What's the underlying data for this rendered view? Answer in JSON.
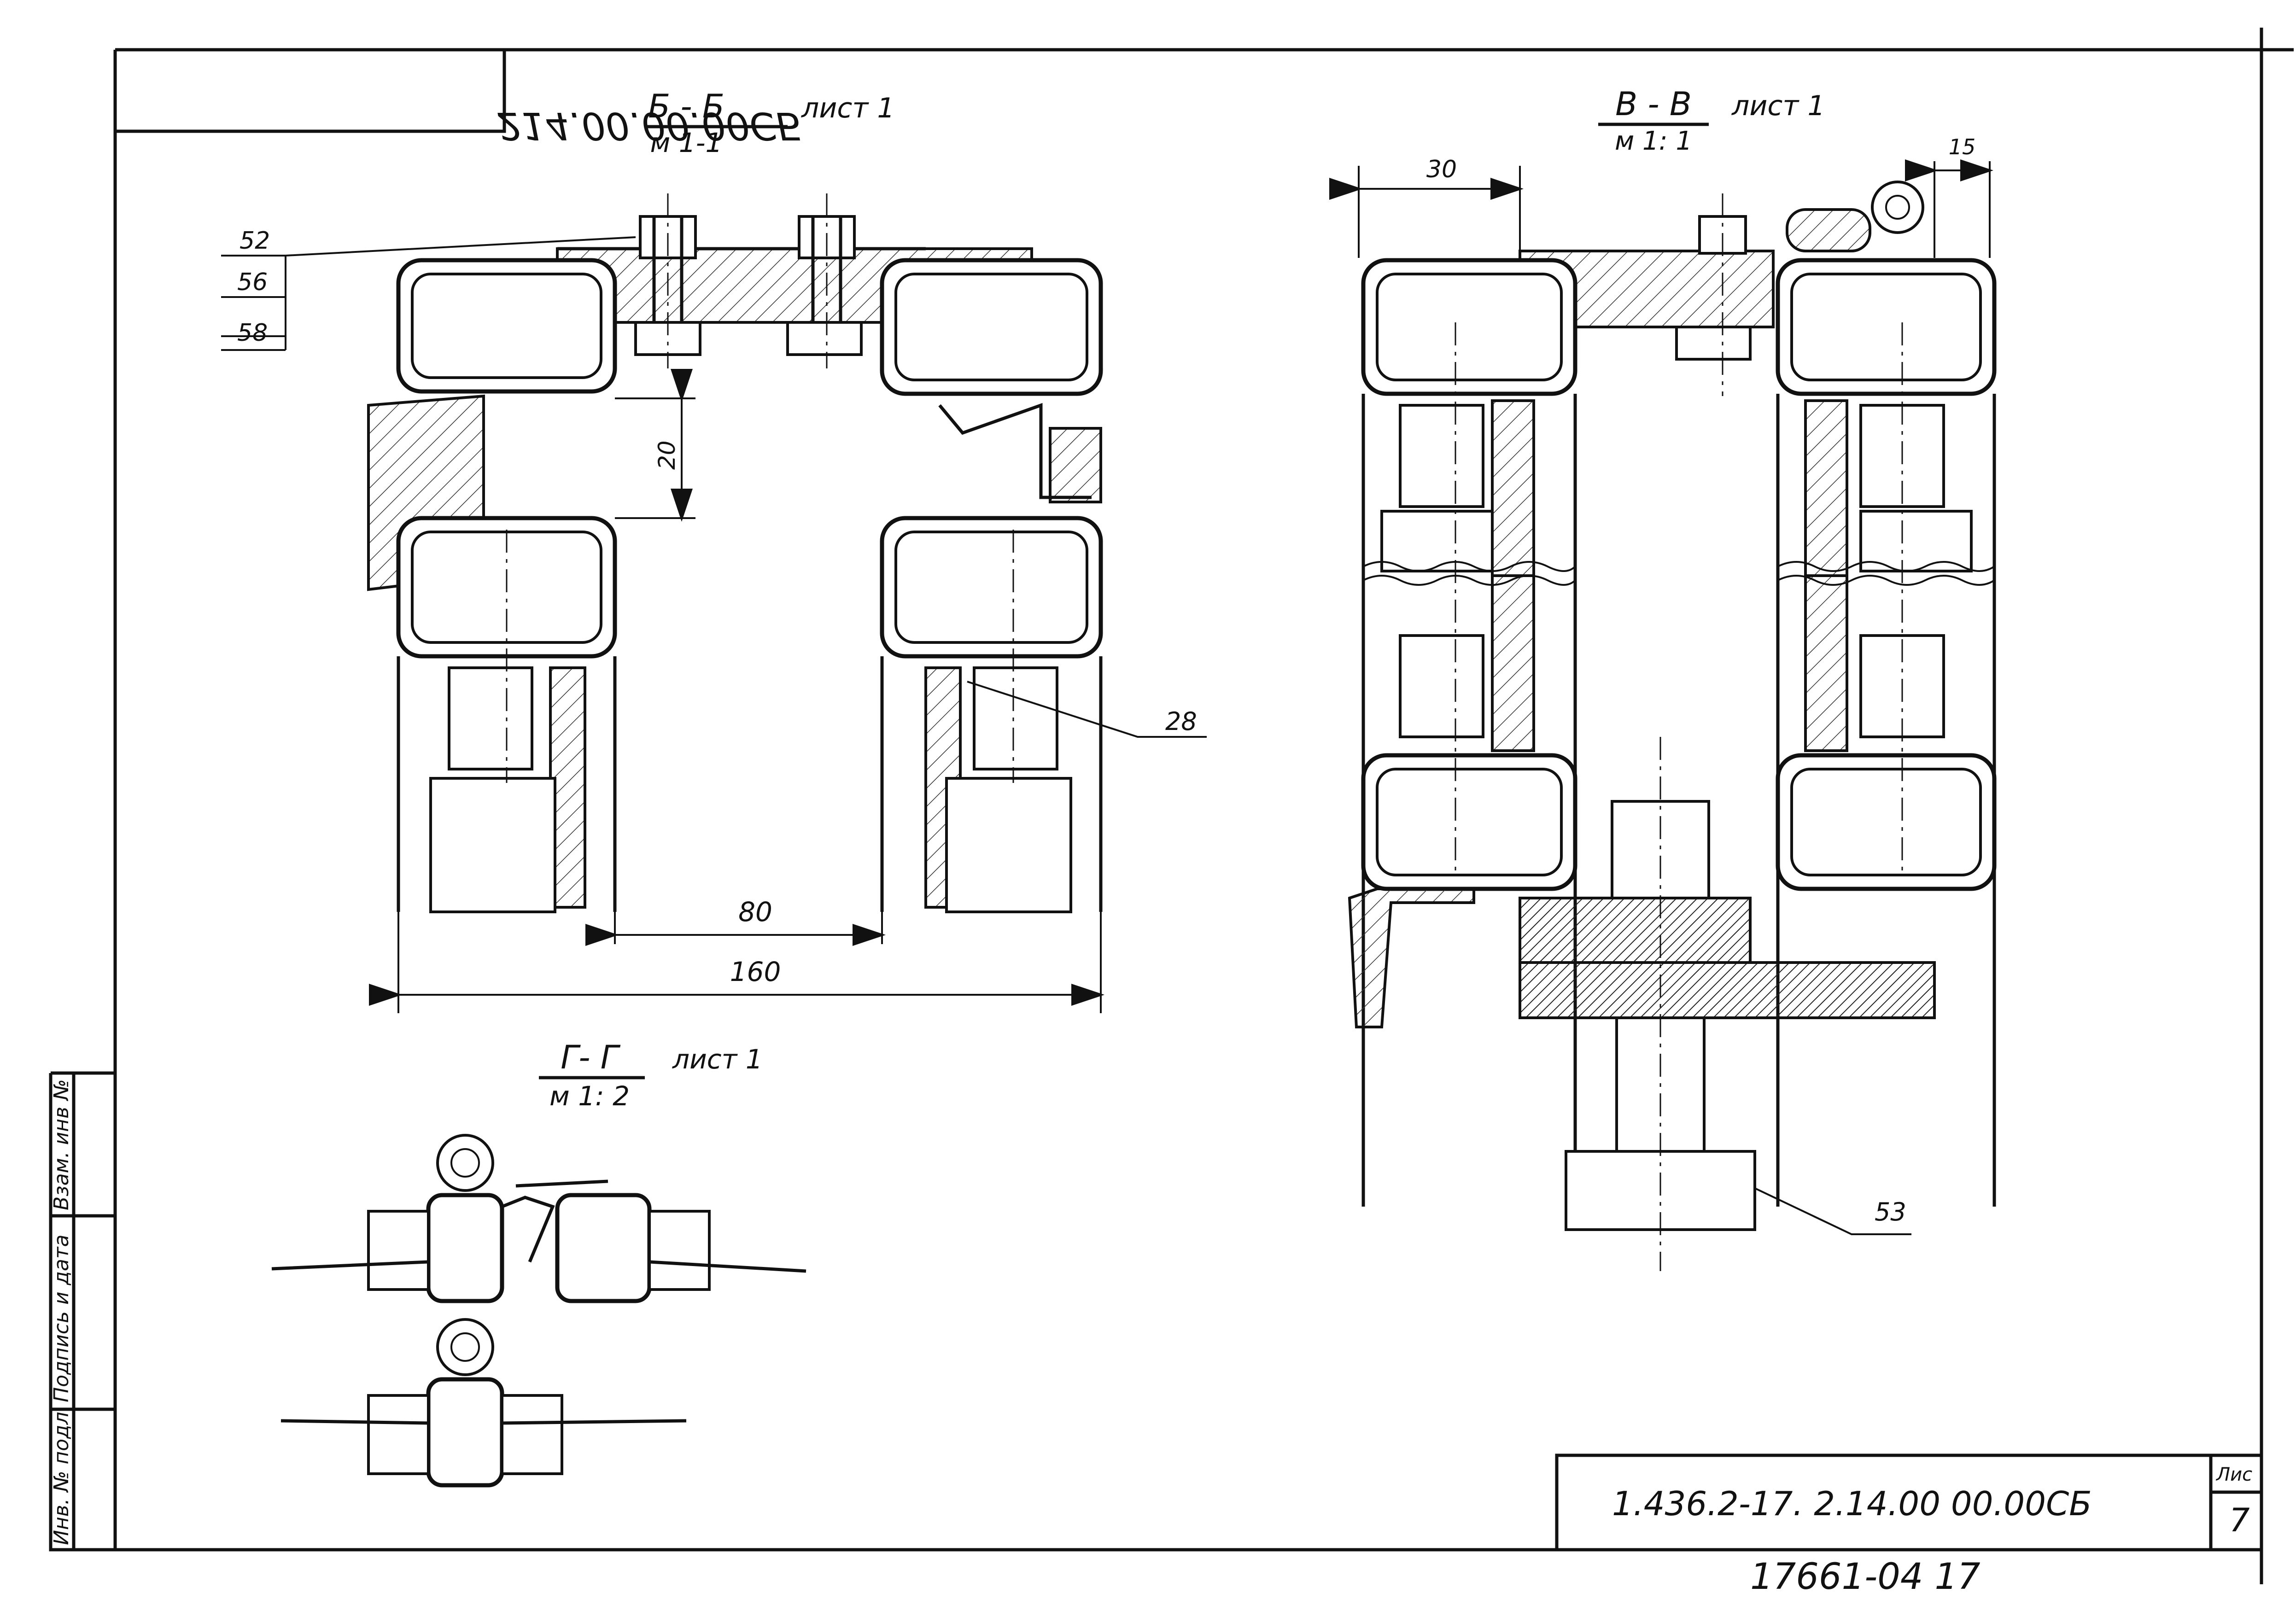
{
  "stamp": {
    "code_mirrored": "214.00.00.00СБ"
  },
  "sections": {
    "bb": {
      "title": "Б - Б",
      "scale": "м 1-1",
      "sheet_ref": "лист 1"
    },
    "vv": {
      "title": "В - В",
      "scale": "м 1: 1",
      "sheet_ref": "лист 1"
    },
    "gg": {
      "title": "Г- Г",
      "scale": "м 1: 2",
      "sheet_ref": "лист 1"
    }
  },
  "callouts": {
    "c52": "52",
    "c56": "56",
    "c58": "58",
    "c28": "28",
    "c53": "53"
  },
  "dimensions": {
    "d20": "20",
    "d80": "80",
    "d160": "160",
    "d30": "30",
    "d15": "15"
  },
  "side_columns": [
    "Инв. № подл",
    "Подпись и дата",
    "Взам. инв №"
  ],
  "title_block": {
    "doc_code": "1.436.2-17. 2.14.00 00.00СБ",
    "sheet_label": "Лис",
    "sheet_number": "7"
  },
  "archive_number": "17661-04 17"
}
